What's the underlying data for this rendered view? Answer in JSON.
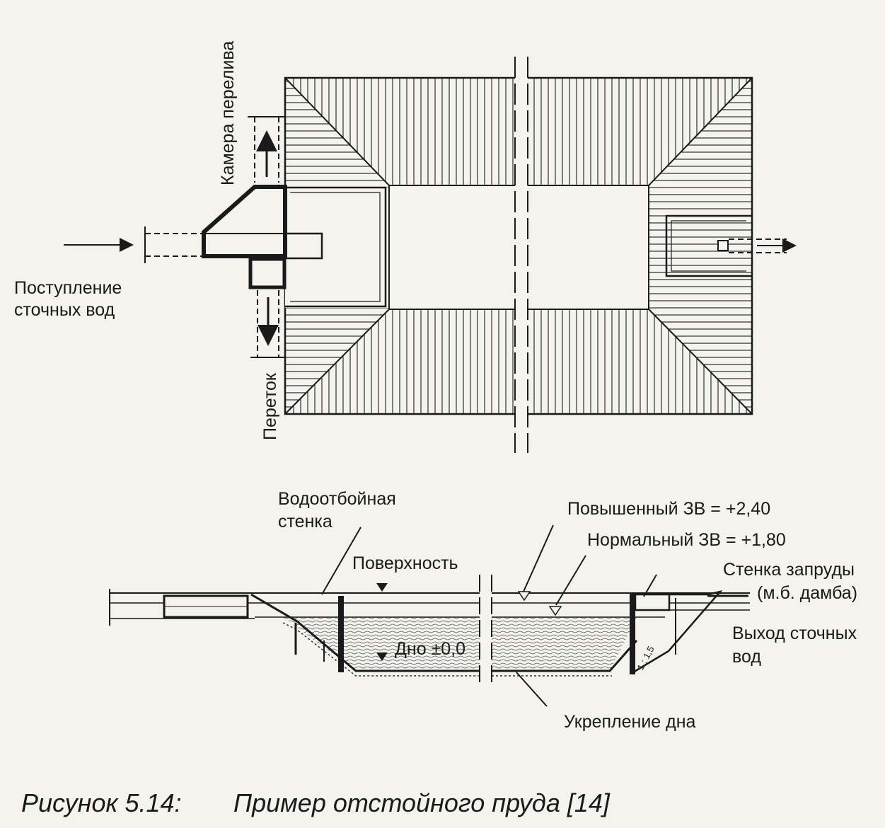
{
  "plan_view": {
    "inflow_label_line1": "Поступление",
    "inflow_label_line2": "сточных вод",
    "overflow_chamber_label": "Камера перелива",
    "overflow_label": "Переток"
  },
  "section_view": {
    "wave_wall_line1": "Водоотбойная",
    "wave_wall_line2": "стенка",
    "surface_label": "Поверхность",
    "raised_level_label": "Повышенный ЗВ = +2,40",
    "normal_level_label": "Нормальный ЗВ = +1,80",
    "dam_wall_line1": "Стенка запруды",
    "dam_wall_line2": "(м.б. дамба)",
    "outflow_line1": "Выход сточных",
    "outflow_line2": "вод",
    "bottom_label": "Дно ±0,0",
    "slope_label": "1 : 1,5",
    "bottom_reinforcement_label": "Укрепление дна"
  },
  "caption": {
    "number": "Рисунок 5.14:",
    "title": "Пример отстойного пруда [14]"
  },
  "colors": {
    "ink": "#1a1a1a",
    "paper": "#f4f3ee",
    "water": "#cfd0c8"
  }
}
